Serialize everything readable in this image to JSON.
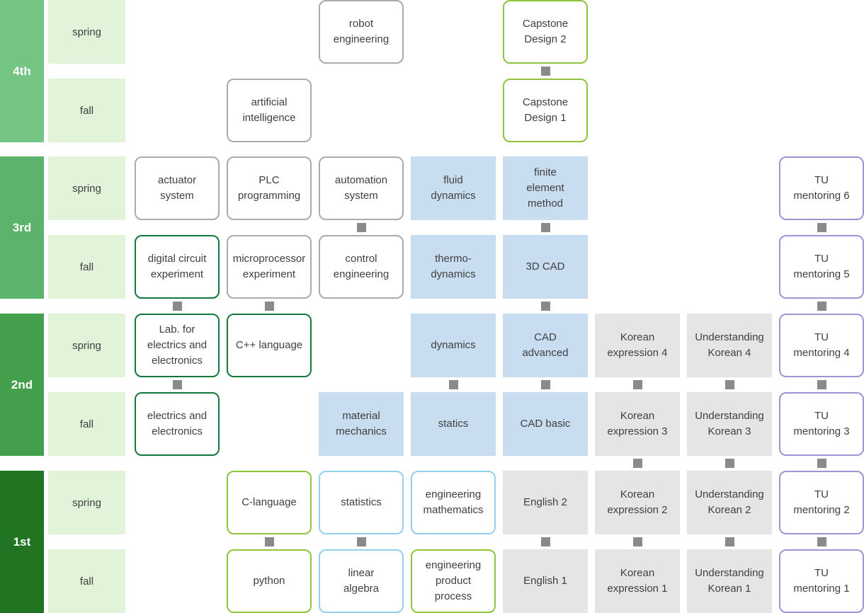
{
  "palette": {
    "semester_bg": "#e1f3d8",
    "blue_fill": "#c8def0",
    "gray_fill": "#e5e5e5",
    "plain_border": "#ababab",
    "lime_border": "#8dc63c",
    "green_border": "#11793c",
    "skyblue_border": "#93cfee",
    "purple_border": "#9f94d6",
    "connector": "#8a8a8a",
    "text": "#3f3f3f"
  },
  "years": [
    {
      "id": "4th",
      "label": "4th",
      "color": "#74c583",
      "semesters": [
        {
          "label": "spring",
          "row": 1
        },
        {
          "label": "fall",
          "row": 2
        }
      ]
    },
    {
      "id": "3rd",
      "label": "3rd",
      "color": "#5bb36c",
      "semesters": [
        {
          "label": "spring",
          "row": 3
        },
        {
          "label": "fall",
          "row": 4
        }
      ]
    },
    {
      "id": "2nd",
      "label": "2nd",
      "color": "#44a04c",
      "semesters": [
        {
          "label": "spring",
          "row": 5
        },
        {
          "label": "fall",
          "row": 6
        }
      ]
    },
    {
      "id": "1st",
      "label": "1st",
      "color": "#217421",
      "semesters": [
        {
          "label": "spring",
          "row": 7
        },
        {
          "label": "fall",
          "row": 8
        }
      ]
    }
  ],
  "courses": [
    {
      "id": "robot-engineering",
      "label": "robot\nengineering",
      "type": "plain",
      "col": 3,
      "row": 1
    },
    {
      "id": "capstone-design-2",
      "label": "Capstone\nDesign 2",
      "type": "lime",
      "col": 5,
      "row": 1
    },
    {
      "id": "artificial-intelligence",
      "label": "artificial\nintelligence",
      "type": "plain",
      "col": 2,
      "row": 2
    },
    {
      "id": "capstone-design-1",
      "label": "Capstone\nDesign 1",
      "type": "lime",
      "col": 5,
      "row": 2
    },
    {
      "id": "actuator-system",
      "label": "actuator\nsystem",
      "type": "plain",
      "col": 1,
      "row": 3
    },
    {
      "id": "plc-programming",
      "label": "PLC\nprogramming",
      "type": "plain",
      "col": 2,
      "row": 3
    },
    {
      "id": "automation-system",
      "label": "automation\nsystem",
      "type": "plain",
      "col": 3,
      "row": 3
    },
    {
      "id": "fluid-dynamics",
      "label": "fluid\ndynamics",
      "type": "bluefill",
      "col": 4,
      "row": 3
    },
    {
      "id": "finite-element-method",
      "label": "finite\nelement\nmethod",
      "type": "bluefill",
      "col": 5,
      "row": 3
    },
    {
      "id": "tu-mentoring-6",
      "label": "TU\nmentoring 6",
      "type": "purple",
      "col": 8,
      "row": 3
    },
    {
      "id": "digital-circuit-experiment",
      "label": "digital circuit\nexperiment",
      "type": "green",
      "col": 1,
      "row": 4
    },
    {
      "id": "microprocessor-experiment",
      "label": "microprocessor\nexperiment",
      "type": "plain",
      "col": 2,
      "row": 4
    },
    {
      "id": "control-engineering",
      "label": "control\nengineering",
      "type": "plain",
      "col": 3,
      "row": 4
    },
    {
      "id": "thermodynamics",
      "label": "thermo-\ndynamics",
      "type": "bluefill",
      "col": 4,
      "row": 4
    },
    {
      "id": "3d-cad",
      "label": "3D CAD",
      "type": "bluefill",
      "col": 5,
      "row": 4
    },
    {
      "id": "tu-mentoring-5",
      "label": "TU\nmentoring 5",
      "type": "purple",
      "col": 8,
      "row": 4
    },
    {
      "id": "lab-electrics-electronics",
      "label": "Lab. for\nelectrics and\nelectronics",
      "type": "green",
      "col": 1,
      "row": 5
    },
    {
      "id": "cpp-language",
      "label": "C++ language",
      "type": "green",
      "col": 2,
      "row": 5
    },
    {
      "id": "dynamics",
      "label": "dynamics",
      "type": "bluefill",
      "col": 4,
      "row": 5
    },
    {
      "id": "cad-advanced",
      "label": "CAD\nadvanced",
      "type": "bluefill",
      "col": 5,
      "row": 5
    },
    {
      "id": "korean-expression-4",
      "label": "Korean\nexpression 4",
      "type": "grayfill",
      "col": 6,
      "row": 5
    },
    {
      "id": "understanding-korean-4",
      "label": "Understanding\nKorean 4",
      "type": "grayfill",
      "col": 7,
      "row": 5
    },
    {
      "id": "tu-mentoring-4",
      "label": "TU\nmentoring 4",
      "type": "purple",
      "col": 8,
      "row": 5
    },
    {
      "id": "electrics-electronics",
      "label": "electrics and\nelectronics",
      "type": "green",
      "col": 1,
      "row": 6
    },
    {
      "id": "material-mechanics",
      "label": "material\nmechanics",
      "type": "bluefill",
      "col": 3,
      "row": 6
    },
    {
      "id": "statics",
      "label": "statics",
      "type": "bluefill",
      "col": 4,
      "row": 6
    },
    {
      "id": "cad-basic",
      "label": "CAD basic",
      "type": "bluefill",
      "col": 5,
      "row": 6
    },
    {
      "id": "korean-expression-3",
      "label": "Korean\nexpression 3",
      "type": "grayfill",
      "col": 6,
      "row": 6
    },
    {
      "id": "understanding-korean-3",
      "label": "Understanding\nKorean 3",
      "type": "grayfill",
      "col": 7,
      "row": 6
    },
    {
      "id": "tu-mentoring-3",
      "label": "TU\nmentoring 3",
      "type": "purple",
      "col": 8,
      "row": 6
    },
    {
      "id": "c-language",
      "label": "C-language",
      "type": "lime",
      "col": 2,
      "row": 7
    },
    {
      "id": "statistics",
      "label": "statistics",
      "type": "skyblue",
      "col": 3,
      "row": 7
    },
    {
      "id": "engineering-mathematics",
      "label": "engineering\nmathematics",
      "type": "skyblue",
      "col": 4,
      "row": 7
    },
    {
      "id": "english-2",
      "label": "English 2",
      "type": "grayfill",
      "col": 5,
      "row": 7
    },
    {
      "id": "korean-expression-2",
      "label": "Korean\nexpression 2",
      "type": "grayfill",
      "col": 6,
      "row": 7
    },
    {
      "id": "understanding-korean-2",
      "label": "Understanding\nKorean 2",
      "type": "grayfill",
      "col": 7,
      "row": 7
    },
    {
      "id": "tu-mentoring-2",
      "label": "TU\nmentoring 2",
      "type": "purple",
      "col": 8,
      "row": 7
    },
    {
      "id": "python",
      "label": "python",
      "type": "lime",
      "col": 2,
      "row": 8
    },
    {
      "id": "linear-algebra",
      "label": "linear\nalgebra",
      "type": "skyblue",
      "col": 3,
      "row": 8
    },
    {
      "id": "engineering-product-process",
      "label": "engineering\nproduct\nprocess",
      "type": "lime",
      "col": 4,
      "row": 8
    },
    {
      "id": "english-1",
      "label": "English 1",
      "type": "grayfill",
      "col": 5,
      "row": 8
    },
    {
      "id": "korean-expression-1",
      "label": "Korean\nexpression 1",
      "type": "grayfill",
      "col": 6,
      "row": 8
    },
    {
      "id": "understanding-korean-1",
      "label": "Understanding\nKorean 1",
      "type": "grayfill",
      "col": 7,
      "row": 8
    },
    {
      "id": "tu-mentoring-1",
      "label": "TU\nmentoring 1",
      "type": "purple",
      "col": 8,
      "row": 8
    }
  ],
  "connectors": [
    {
      "col": 5,
      "gap": 1
    },
    {
      "col": 3,
      "gap": 3
    },
    {
      "col": 5,
      "gap": 3
    },
    {
      "col": 8,
      "gap": 3
    },
    {
      "col": 1,
      "gap": 4
    },
    {
      "col": 2,
      "gap": 4
    },
    {
      "col": 5,
      "gap": 4
    },
    {
      "col": 8,
      "gap": 4
    },
    {
      "col": 1,
      "gap": 5
    },
    {
      "col": 4,
      "gap": 5
    },
    {
      "col": 5,
      "gap": 5
    },
    {
      "col": 6,
      "gap": 5
    },
    {
      "col": 7,
      "gap": 5
    },
    {
      "col": 8,
      "gap": 5
    },
    {
      "col": 6,
      "gap": 6
    },
    {
      "col": 7,
      "gap": 6
    },
    {
      "col": 8,
      "gap": 6
    },
    {
      "col": 2,
      "gap": 7
    },
    {
      "col": 3,
      "gap": 7
    },
    {
      "col": 5,
      "gap": 7
    },
    {
      "col": 6,
      "gap": 7
    },
    {
      "col": 7,
      "gap": 7
    },
    {
      "col": 8,
      "gap": 7
    }
  ]
}
